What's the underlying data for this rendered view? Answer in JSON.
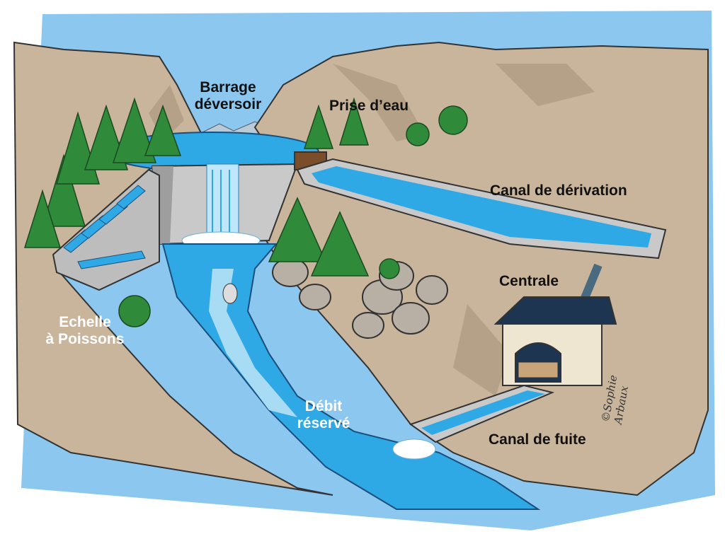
{
  "labels": {
    "barrage_deversoir": [
      "Barrage",
      "déversoir"
    ],
    "prise_deau": "Prise d’eau",
    "canal_derivation": "Canal de dérivation",
    "centrale": "Centrale",
    "echelle_poissons": [
      "Echelle",
      "à Poissons"
    ],
    "debit_reserve": [
      "Débit",
      "réservé"
    ],
    "canal_fuite": "Canal de fuite"
  },
  "signature": "©Sophie Arbaux",
  "colors": {
    "sky": "#8cc7f0",
    "rock": "#c9b59b",
    "rock_dark": "#a8947a",
    "water": "#2fa8e6",
    "water_light": "#a8dcf5",
    "concrete": "#c9c9c9",
    "tree": "#2f8a3a",
    "roof": "#1d3550",
    "building": "#efe6d2"
  }
}
